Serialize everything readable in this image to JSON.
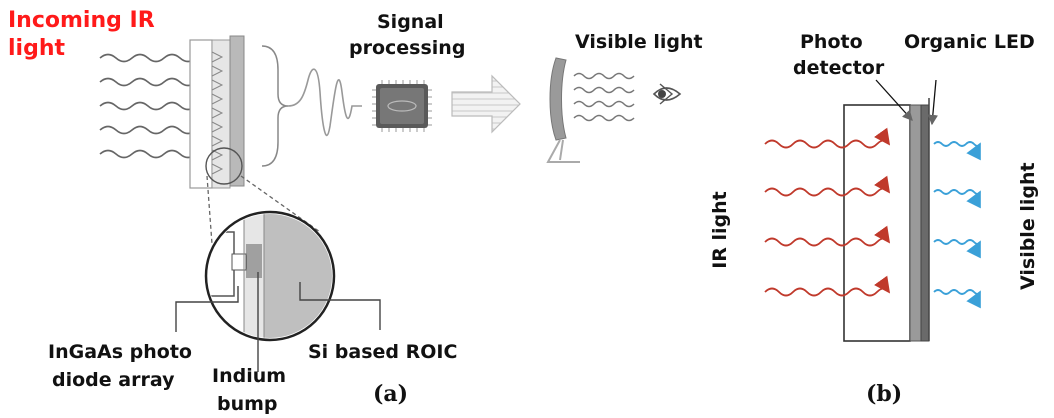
{
  "panel_a": {
    "incoming_ir_line1": "Incoming IR",
    "incoming_ir_line2": "light",
    "signal_processing_line1": "Signal",
    "signal_processing_line2": "processing",
    "visible_light": "Visible light",
    "ingaas_line1": "InGaAs photo",
    "ingaas_line2": "diode array",
    "indium_line1": "Indium",
    "indium_line2": "bump",
    "si_roic": "Si based ROIC",
    "caption": "(a)"
  },
  "panel_b": {
    "photo_detector_line1": "Photo",
    "photo_detector_line2": "detector",
    "organic_led": "Organic LED",
    "ir_light": "IR light",
    "visible_light": "Visible light",
    "caption": "(b)"
  },
  "colors": {
    "ir_red": "#c0392b",
    "visible_blue": "#3aa0d8",
    "label_red": "#ff1a1a"
  }
}
